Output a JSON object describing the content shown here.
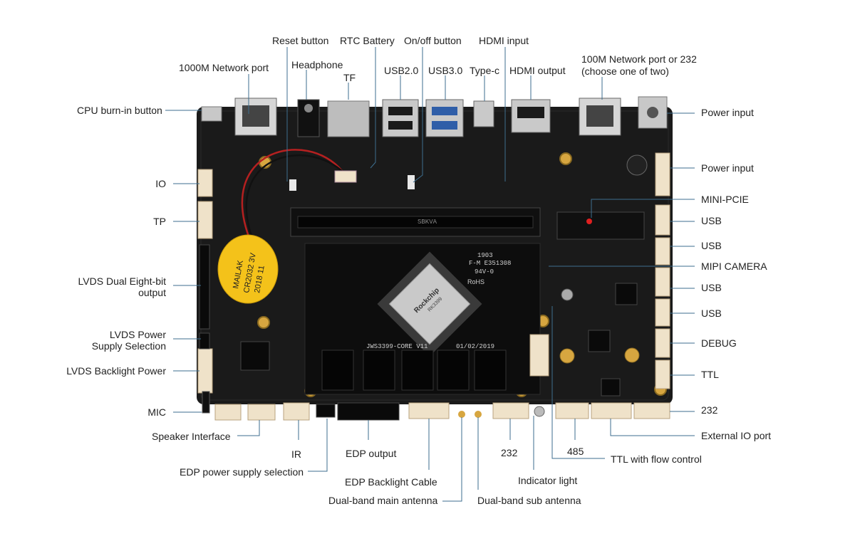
{
  "labels": {
    "reset_button": "Reset button",
    "rtc_battery": "RTC Battery",
    "onoff_button": "On/off button",
    "hdmi_input": "HDMI input",
    "network_1000m": "1000M Network port",
    "headphone": "Headphone",
    "tf": "TF",
    "usb20": "USB2.0",
    "usb30": "USB3.0",
    "typec": "Type-c",
    "hdmi_output": "HDMI output",
    "network_100m_line1": "100M Network port or 232",
    "network_100m_line2": "(choose one of two)",
    "cpu_burnin": "CPU burn-in button",
    "io": "IO",
    "tp": "TP",
    "lvds_dual_line1": "LVDS Dual Eight-bit",
    "lvds_dual_line2": "output",
    "lvds_power_line1": "LVDS Power",
    "lvds_power_line2": "Supply Selection",
    "lvds_backlight": "LVDS Backlight Power",
    "mic": "MIC",
    "speaker": "Speaker Interface",
    "ir": "IR",
    "edp_power_sel": "EDP power supply selection",
    "edp_output": "EDP output",
    "edp_backlight": "EDP Backlight Cable",
    "dual_main_ant": "Dual-band main antenna",
    "dual_sub_ant": "Dual-band sub antenna",
    "port_232_bottom": "232",
    "indicator": "Indicator light",
    "port_485": "485",
    "ttl_flow": "TTL with flow control",
    "external_io": "External IO port",
    "port_232_right": "232",
    "ttl": "TTL",
    "debug": "DEBUG",
    "usb_4": "USB",
    "usb_3": "USB",
    "mipi_camera": "MIPI CAMERA",
    "usb_2": "USB",
    "usb_1": "USB",
    "mini_pcie": "MINI-PCIE",
    "power_input_2": "Power input",
    "power_input_1": "Power input"
  },
  "board_markings": {
    "core_label": "JWS3399-CORE V11",
    "date": "01/02/2019",
    "chip_brand": "Rockchip",
    "chip_model": "RK3399",
    "pcb_mark_1": "F-M E351308",
    "pcb_mark_2": "94V-0",
    "pcb_mark_3": "RoHS",
    "battery_1": "MAILAK",
    "battery_2": "CR2032 3V",
    "battery_3": "2018 11",
    "ram_slot": "SBKVA",
    "logo_num": "1903"
  },
  "colors": {
    "pcb": "#1a1a1a",
    "pcb_dark": "#0d0d0d",
    "connector": "#efe2c9",
    "leader": "#3d6e8f",
    "battery": "#f4c21a",
    "metal": "#c8c8c8"
  }
}
